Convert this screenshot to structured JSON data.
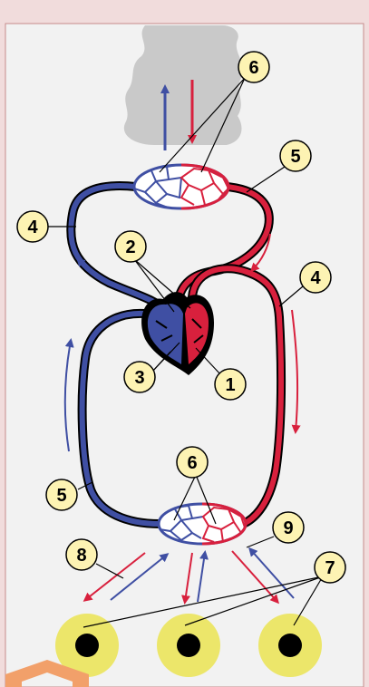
{
  "colors": {
    "page_background": "#f1dcdc",
    "panel_background": "#f2f2f2",
    "deoxygenated": "#3f4fa3",
    "oxygenated": "#d8203d",
    "lung": "#c9c9c9",
    "label_fill": "#fdf3b3",
    "cell_fill": "#ece66a",
    "nucleus": "#000000",
    "corner_accent": "#f2a06a"
  },
  "labels": {
    "n1": "1",
    "n2": "2",
    "n3": "3",
    "n4_left": "4",
    "n4_right": "4",
    "n5_top": "5",
    "n5_bottom": "5",
    "n6_top": "6",
    "n6_bottom": "6",
    "n7": "7",
    "n8": "8",
    "n9": "9"
  },
  "icons": {
    "lungs": "lungs-shape",
    "heart": "heart-icon",
    "cell": "body-cell-icon"
  }
}
